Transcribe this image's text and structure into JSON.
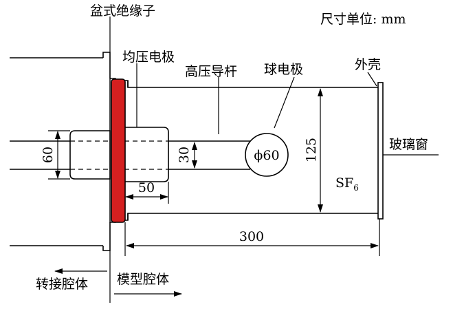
{
  "unit_label": "尺寸单位: mm",
  "labels": {
    "basin_insulator": "盆式绝缘子",
    "grading_electrode": "均压电极",
    "hv_conductor": "高压导杆",
    "ball_electrode": "球电极",
    "enclosure": "外壳",
    "glass_window": "玻璃窗",
    "adapter_chamber": "转接腔体",
    "model_chamber": "模型腔体",
    "gas": "SF",
    "gas_subscript": "6"
  },
  "dimensions": {
    "conductor_dia": "60",
    "rod_dia": "30",
    "electrode_len": "50",
    "ball_dia": "ϕ60",
    "chamber_dia": "125",
    "chamber_len": "300"
  },
  "colors": {
    "insulator": "#d42020",
    "line": "#000000"
  }
}
